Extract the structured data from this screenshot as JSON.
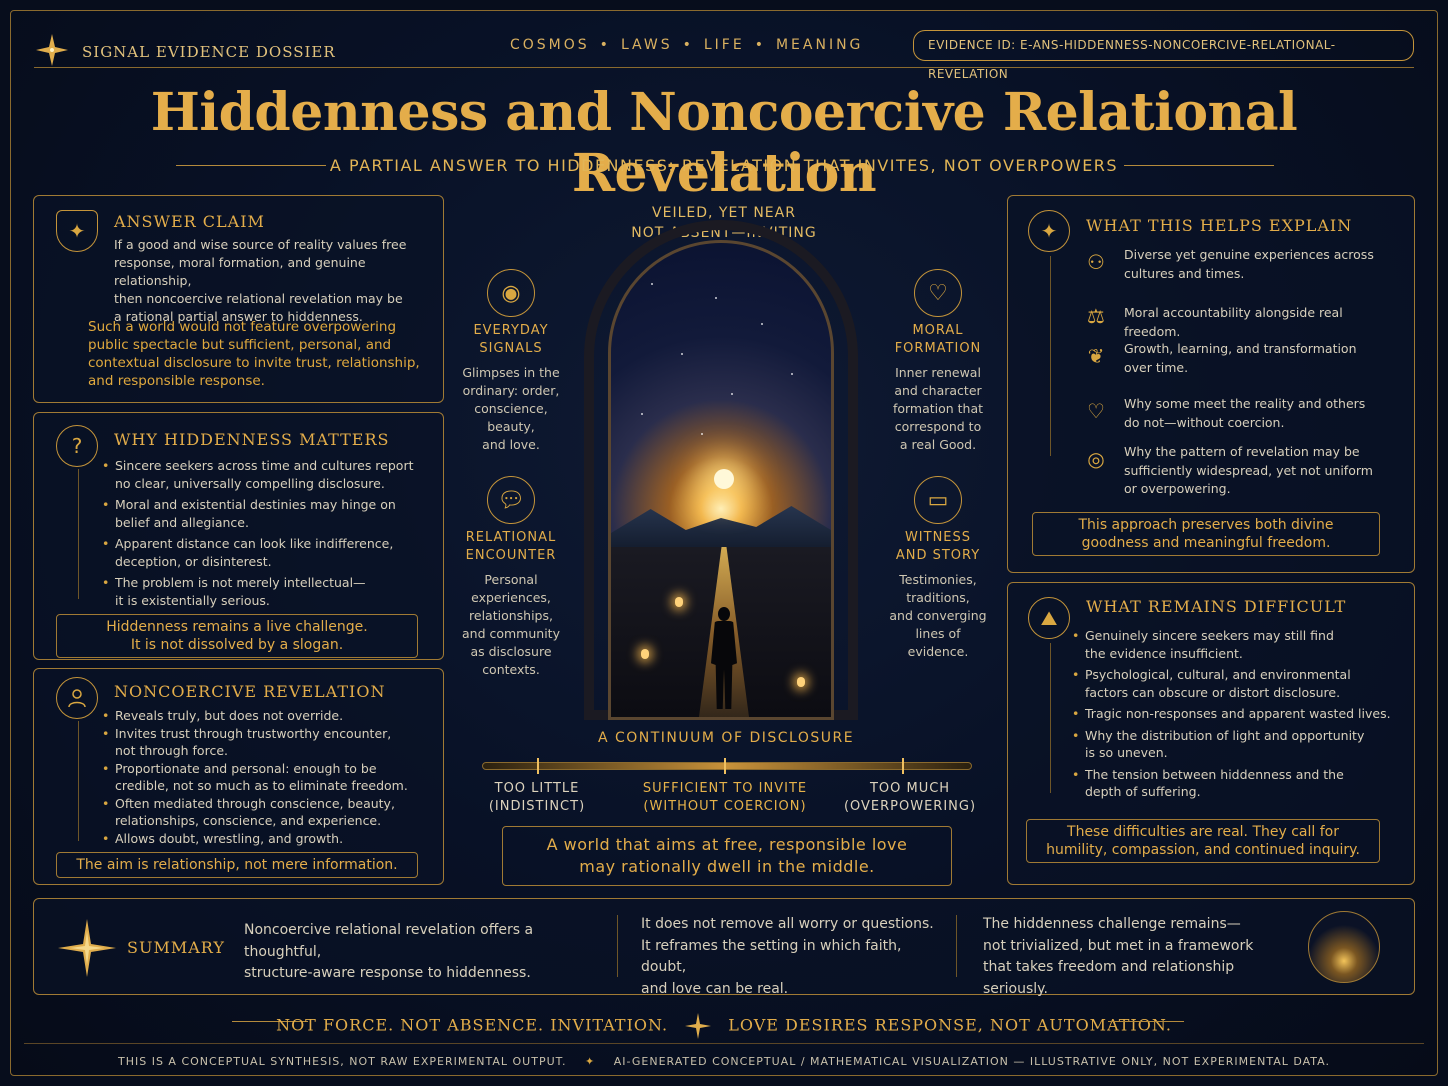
{
  "header": {
    "brand": "SIGNAL EVIDENCE DOSSIER",
    "nav": [
      "COSMOS",
      "LAWS",
      "LIFE",
      "MEANING"
    ],
    "evidence_id": "EVIDENCE ID: E-ANS-HIDDENNESS-NONCOERCIVE-RELATIONAL-REVELATION"
  },
  "title": "Hiddenness and Noncoercive Relational Revelation",
  "subtitle": "A PARTIAL ANSWER TO HIDDENNESS: REVELATION THAT INVITES, NOT OVERPOWERS",
  "answer_claim": {
    "title": "ANSWER CLAIM",
    "icon": "shield-star-icon",
    "lines": [
      "If a good and wise source of reality values free",
      "response, moral formation, and genuine relationship,",
      "then noncoercive relational revelation may be",
      "a rational partial answer to hiddenness."
    ],
    "highlight": [
      "Such a world would not feature overpowering",
      "public spectacle but sufficient, personal, and",
      "contextual disclosure to invite trust, relationship,",
      "and responsible response."
    ]
  },
  "why_matters": {
    "title": "WHY HIDDENNESS MATTERS",
    "icon": "question-icon",
    "bullets": [
      [
        "Sincere seekers across time and cultures report",
        "no clear, universally compelling disclosure."
      ],
      [
        "Moral and existential destinies may hinge on",
        "belief and allegiance."
      ],
      [
        "Apparent distance can look like indifference,",
        "deception, or disinterest."
      ],
      [
        "The problem is not merely intellectual—",
        "it is existentially serious."
      ]
    ],
    "callout": [
      "Hiddenness remains a live challenge.",
      "It is not dissolved by a slogan."
    ]
  },
  "noncoercive": {
    "title": "NONCOERCIVE REVELATION",
    "icon": "person-icon",
    "bullets": [
      [
        "Reveals truly, but does not override."
      ],
      [
        "Invites trust through trustworthy encounter,",
        "not through force."
      ],
      [
        "Proportionate and personal: enough to be",
        "credible, not so much as to eliminate freedom."
      ],
      [
        "Often mediated through conscience, beauty,",
        "relationships, conscience, and experience."
      ],
      [
        "Allows doubt, wrestling, and growth."
      ]
    ],
    "callout": "The aim is relationship, not mere information."
  },
  "center": {
    "veil": [
      "VEILED, YET NEAR",
      "NOT ABSENT—INVITING"
    ],
    "signals": [
      {
        "icon": "eye-icon",
        "title": [
          "EVERYDAY",
          "SIGNALS"
        ],
        "text": [
          "Glimpses in the",
          "ordinary: order,",
          "conscience,",
          "beauty,",
          "and love."
        ]
      },
      {
        "icon": "speech-bubble-icon",
        "title": [
          "RELATIONAL",
          "ENCOUNTER"
        ],
        "text": [
          "Personal",
          "experiences,",
          "relationships,",
          "and community",
          "as disclosure",
          "contexts."
        ]
      },
      {
        "icon": "heart-icon",
        "title": [
          "MORAL",
          "FORMATION"
        ],
        "text": [
          "Inner renewal",
          "and character",
          "formation that",
          "correspond to",
          "a real Good."
        ]
      },
      {
        "icon": "book-icon",
        "title": [
          "WITNESS",
          "AND STORY"
        ],
        "text": [
          "Testimonies,",
          "traditions,",
          "and converging",
          "lines of",
          "evidence."
        ]
      }
    ],
    "continuum_title": "A CONTINUUM OF DISCLOSURE",
    "continuum": [
      [
        "TOO LITTLE",
        "(INDISTINCT)"
      ],
      [
        "SUFFICIENT TO INVITE",
        "(WITHOUT COERCION)"
      ],
      [
        "TOO MUCH",
        "(OVERPOWERING)"
      ]
    ],
    "continuum_callout": [
      "A world that aims at free, responsible love",
      "may  rationally dwell in the middle."
    ]
  },
  "explain": {
    "title": "WHAT THIS HELPS EXPLAIN",
    "icon": "compass-star-icon",
    "items": [
      {
        "icon": "people-icon",
        "lines": [
          "Diverse yet genuine experiences across",
          "cultures and times."
        ]
      },
      {
        "icon": "scales-icon",
        "lines": [
          "Moral accountability alongside real freedom."
        ]
      },
      {
        "icon": "sprout-icon",
        "lines": [
          "Growth, learning, and transformation",
          "over time."
        ]
      },
      {
        "icon": "heart-outline-icon",
        "lines": [
          "Why some meet the reality and others",
          "do not—without coercion."
        ]
      },
      {
        "icon": "globe-icon",
        "lines": [
          "Why the pattern of revelation may be",
          "sufficiently widespread, yet not uniform",
          "or overpowering."
        ]
      }
    ],
    "callout": [
      "This approach preserves both divine",
      "goodness and  meaningful freedom."
    ]
  },
  "difficult": {
    "title": "WHAT REMAINS DIFFICULT",
    "icon": "mountain-icon",
    "bullets": [
      [
        "Genuinely sincere seekers may still find",
        "the evidence insufficient."
      ],
      [
        "Psychological, cultural, and environmental",
        "factors can obscure or distort disclosure."
      ],
      [
        "Tragic non-responses and apparent wasted lives."
      ],
      [
        "Why the distribution of light and opportunity",
        "is so uneven."
      ],
      [
        "The tension between hiddenness and the",
        "depth of suffering."
      ]
    ],
    "callout": [
      "These difficulties are real.  They call for",
      "humility, compassion, and continued inquiry."
    ]
  },
  "summary": {
    "label": "SUMMARY",
    "col1": [
      "Noncoercive relational revelation offers a thoughtful,",
      "structure-aware response to hiddenness."
    ],
    "col2": [
      "It does not remove all worry or questions.",
      "It reframes the setting in which faith, doubt,",
      "and love can be real."
    ],
    "col3": [
      "The hiddenness challenge remains—",
      "not trivialized, but met in a framework",
      "that takes freedom and relationship seriously."
    ]
  },
  "footer": {
    "tag_left": "NOT FORCE.  NOT ABSENCE.  INVITATION.",
    "tag_right": "LOVE DESIRES RESPONSE, NOT AUTOMATION.",
    "disclaimer_left": "THIS IS A CONCEPTUAL SYNTHESIS, NOT RAW EXPERIMENTAL OUTPUT.",
    "disclaimer_right": "AI-GENERATED CONCEPTUAL / MATHEMATICAL VISUALIZATION — ILLUSTRATIVE ONLY, NOT EXPERIMENTAL DATA."
  },
  "colors": {
    "background": "#070d1c",
    "gold": "#e3ad4a",
    "border": "#a07a34",
    "text": "#d8d0bc"
  }
}
